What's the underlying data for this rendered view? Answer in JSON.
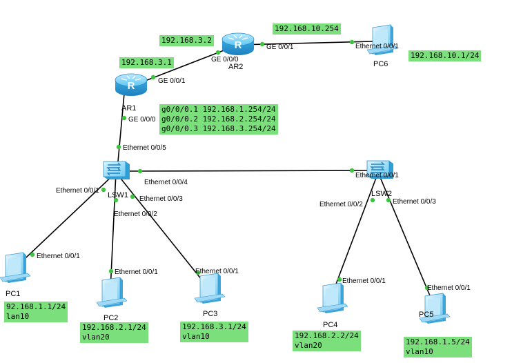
{
  "devices": {
    "ar1": "AR1",
    "ar2": "AR2",
    "lsw1": "LSW1",
    "lsw2": "LSW2",
    "pc1": "PC1",
    "pc2": "PC2",
    "pc3": "PC3",
    "pc4": "PC4",
    "pc5": "PC5",
    "pc6": "PC6"
  },
  "ports": {
    "ar2_ge000": "GE 0/0/0",
    "ar2_ge001": "GE 0/0/1",
    "pc6_eth": "Ethernet 0/0/1",
    "ar1_ge001": "GE 0/0/1",
    "ar1_ge000": "GE 0/0/0",
    "lsw1_e5": "Ethernet 0/0/5",
    "lsw1_e4": "Ethernet 0/0/4",
    "lsw1_e1": "Ethernet 0/0/1",
    "lsw1_e3": "Ethernet 0/0/3",
    "lsw1_e2": "Ethernet 0/0/2",
    "lsw2_e1": "Ethernet 0/0/1",
    "lsw2_e2": "Ethernet 0/0/2",
    "lsw2_e3": "Ethernet 0/0/3",
    "pc1_eth": "Ethernet 0/0/1",
    "pc2_eth": "Ethernet 0/0/1",
    "pc3_eth": "Ethernet 0/0/1",
    "pc4_eth": "Ethernet 0/0/1",
    "pc5_eth": "Ethernet 0/0/1"
  },
  "notes": {
    "ar2_ip": "192.168.3.2",
    "ar1_ip": "192.168.3.1",
    "ar2_g1_ip": "192.168.10.254",
    "pc6_ip": "192.168.10.1/24",
    "subifs": "g0/0/0.1 192.168.1.254/24\ng0/0/0.2 192.168.2.254/24\ng0/0/0.3 192.168.3.254/24",
    "pc1": "92.168.1.1/24\nlan10",
    "pc2": "192.168.2.1/24\nvlan20",
    "pc3": "192.168.3.1/24\nvlan10",
    "pc4": "192.168.2.2/24\nvlan20",
    "pc5": "192.168.1.5/24\nvlan10"
  },
  "colors": {
    "note_bg": "#7be07b",
    "port_dot": "#3cc43c",
    "router": "#3ab4e8",
    "switch": "#5cc4ee",
    "pc": "#8fd2f2"
  }
}
